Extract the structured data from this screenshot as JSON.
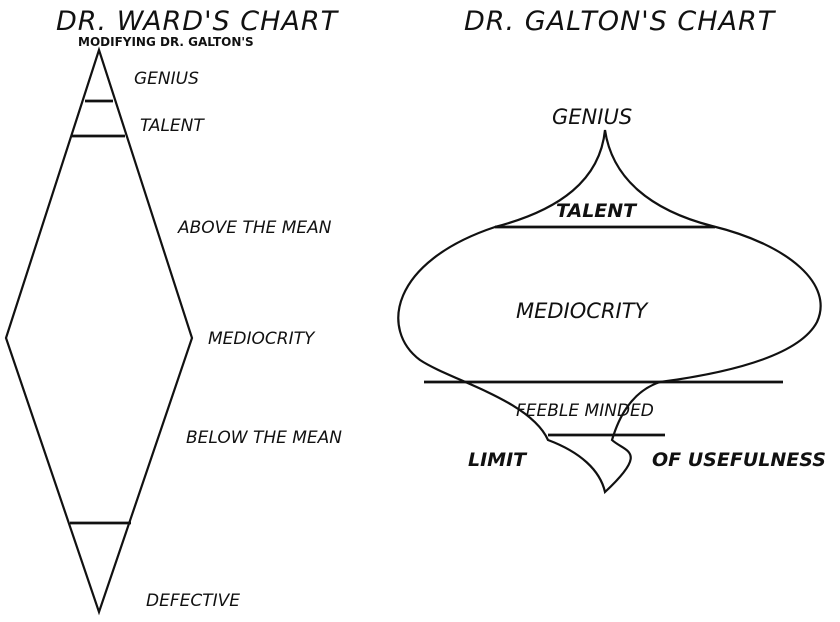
{
  "ward_chart": {
    "title": "DR. WARD'S CHART",
    "subtitle": "MODIFYING DR. GALTON'S",
    "levels": {
      "genius": "GENIUS",
      "talent": "TALENT",
      "above_mean": "ABOVE THE MEAN",
      "mediocrity": "MEDIOCRITY",
      "below_mean": "BELOW THE MEAN",
      "defective": "DEFECTIVE"
    }
  },
  "galton_chart": {
    "title": "DR. GALTON'S CHART",
    "levels": {
      "genius": "GENIUS",
      "talent": "TALENT",
      "mediocrity": "MEDIOCRITY",
      "feeble_minded": "FEEBLE MINDED"
    },
    "limit_left": "LIMIT",
    "limit_right": "OF USEFULNESS"
  }
}
